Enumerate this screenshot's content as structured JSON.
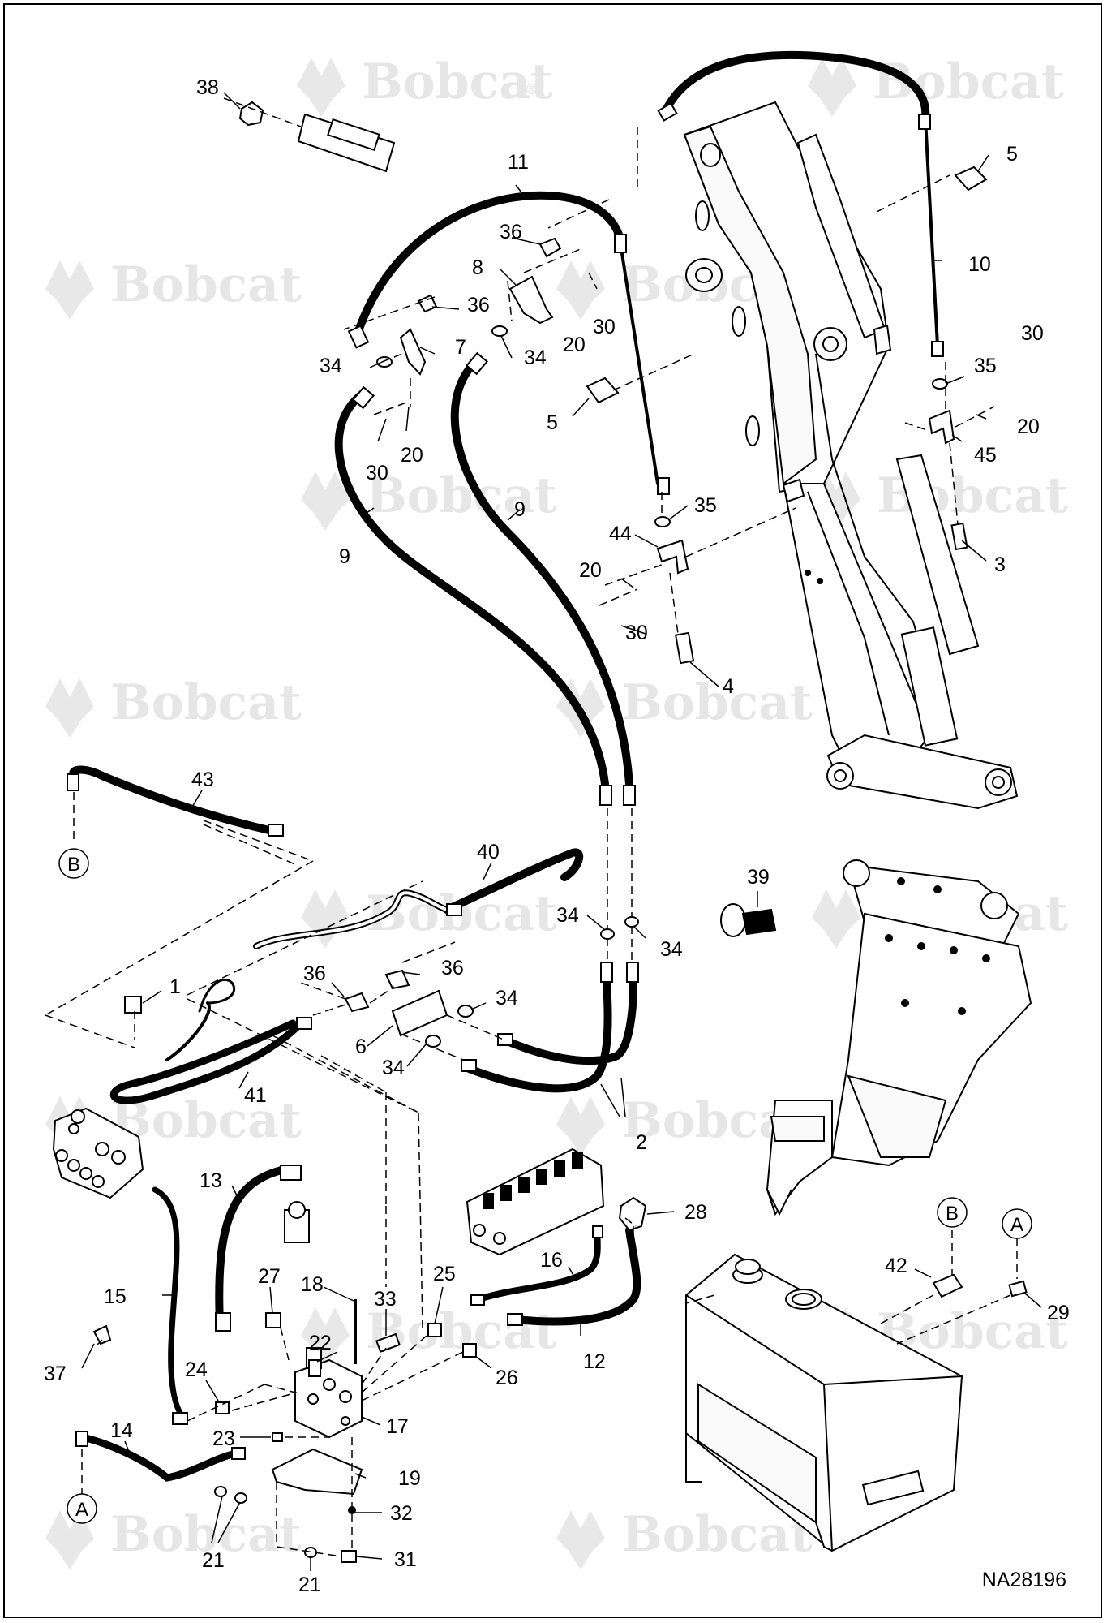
{
  "watermark": {
    "text": "Bobcat",
    "mark": "®"
  },
  "drawing_code": "NA28196",
  "connectors": [
    {
      "id": "connector-a-bottom",
      "label": "A"
    },
    {
      "id": "connector-b-left",
      "label": "B"
    },
    {
      "id": "connector-b-right",
      "label": "B"
    },
    {
      "id": "connector-a-right",
      "label": "A"
    }
  ],
  "callouts": [
    "38",
    "11",
    "5",
    "36",
    "36",
    "8",
    "10",
    "34",
    "7",
    "34",
    "20",
    "30",
    "5",
    "30",
    "20",
    "30",
    "35",
    "20",
    "45",
    "9",
    "9",
    "35",
    "44",
    "3",
    "20",
    "30",
    "4",
    "43",
    "40",
    "39",
    "34",
    "34",
    "36",
    "36",
    "1",
    "34",
    "6",
    "34",
    "41",
    "2",
    "13",
    "28",
    "27",
    "18",
    "33",
    "25",
    "16",
    "15",
    "22",
    "12",
    "26",
    "37",
    "24",
    "17",
    "14",
    "23",
    "19",
    "32",
    "21",
    "21",
    "31",
    "42",
    "29"
  ]
}
